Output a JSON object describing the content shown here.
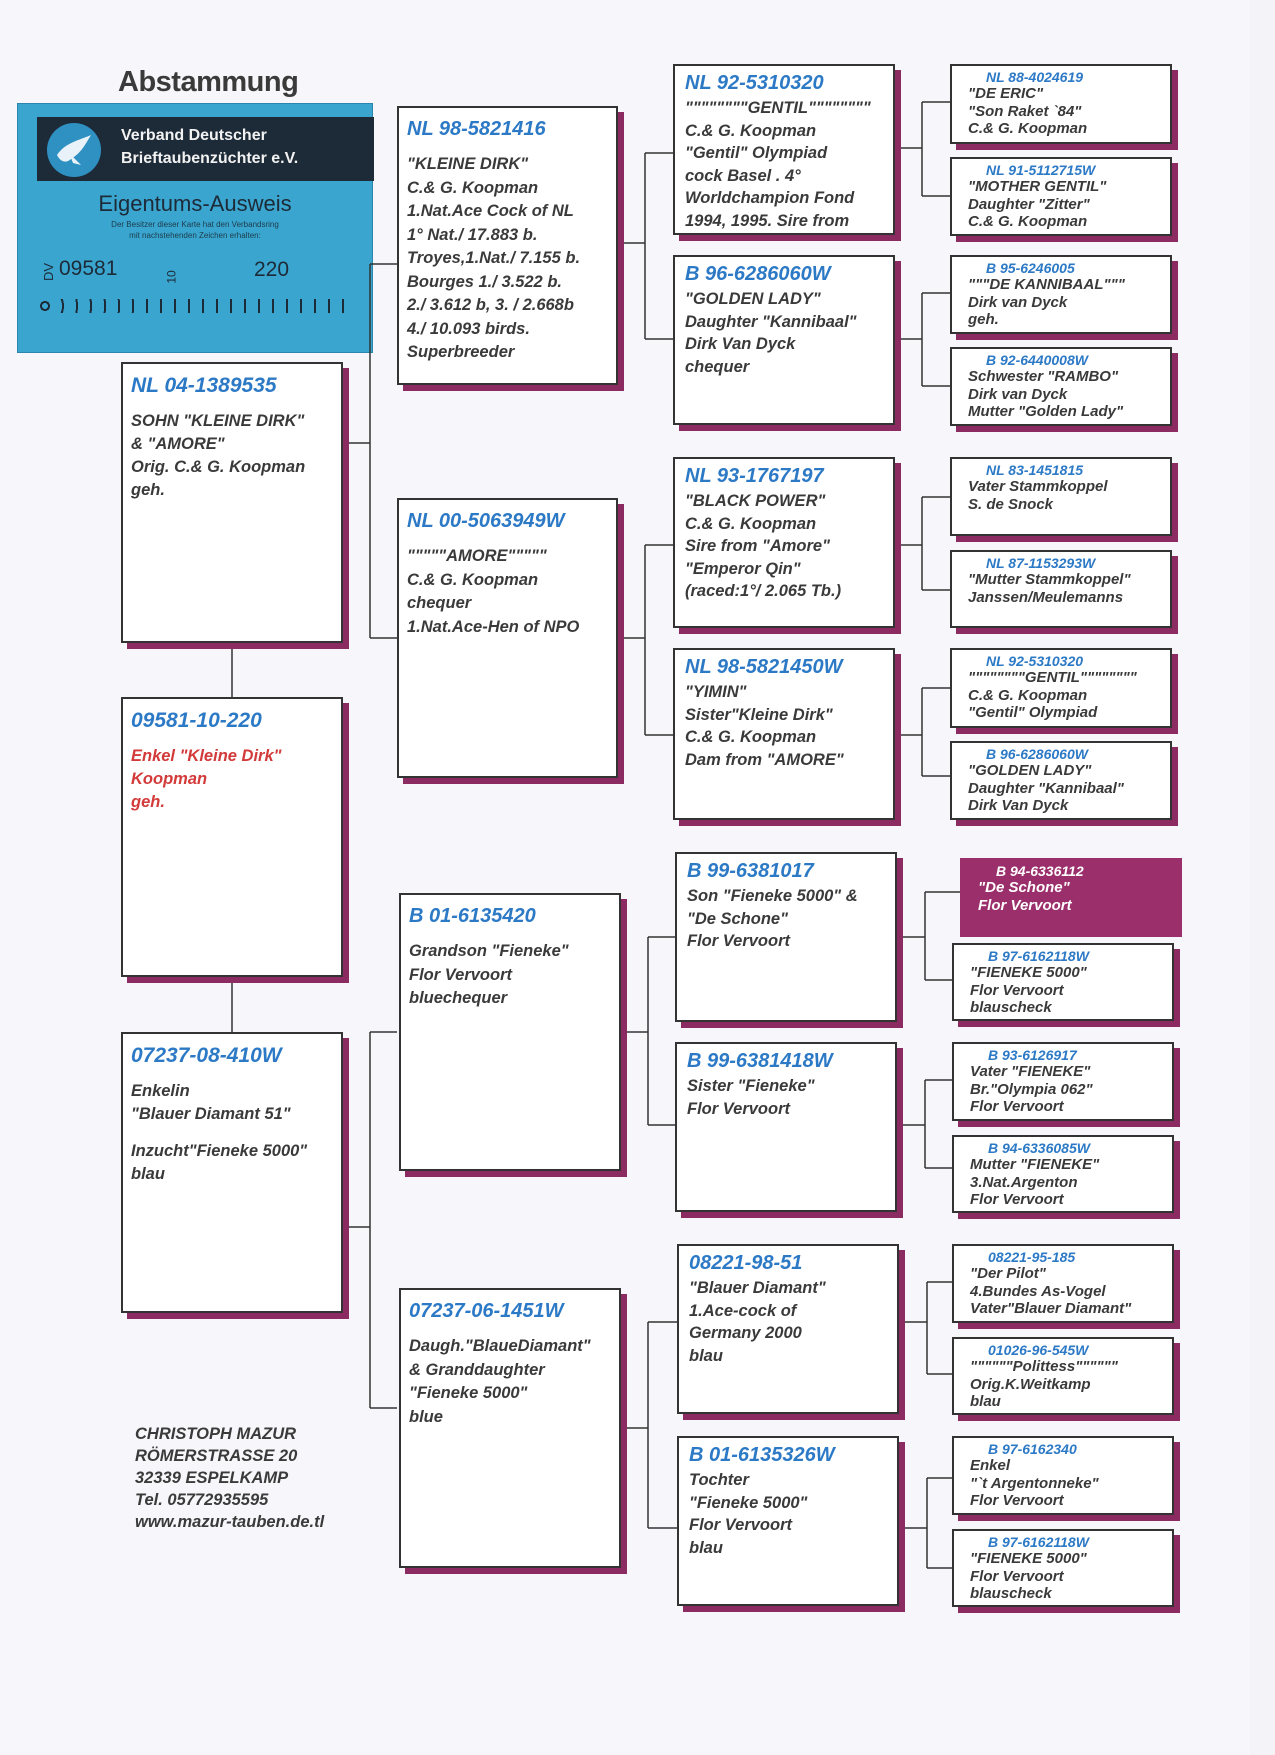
{
  "title": "Abstammung",
  "stamp": {
    "assoc_line1": "Verband Deutscher",
    "assoc_line2": "Brieftaubenzüchter e.V.",
    "owner_label": "Eigentums-Ausweis",
    "small_line1": "Der Besitzer dieser Karte hat den Verbandsring",
    "small_line2": "mit nachstehenden Zeichen erhalten:",
    "dv": "DV",
    "num1": "09581",
    "num2": "10",
    "num3": "220"
  },
  "cards": {
    "main": {
      "id": "09581-10-220",
      "lines": [
        "Enkel \"Kleine Dirk\"",
        "Koopman",
        "geh."
      ]
    },
    "sire": {
      "id": "NL 04-1389535",
      "lines": [
        "SOHN \"KLEINE DIRK\"",
        "& \"AMORE\"",
        "Orig. C.& G. Koopman",
        "geh."
      ]
    },
    "dam": {
      "id": "07237-08-410W",
      "lines": [
        "Enkelin",
        "\"Blauer Diamant 51\"",
        "",
        "Inzucht\"Fieneke 5000\"",
        "blau"
      ]
    },
    "ss": {
      "id": "NL 98-5821416",
      "lines": [
        "\"KLEINE DIRK\"",
        "C.& G. Koopman",
        "1.Nat.Ace Cock of NL",
        "1° Nat./ 17.883 b.",
        "Troyes,1.Nat./ 7.155 b.",
        "Bourges 1./ 3.522 b.",
        "2./ 3.612 b, 3. / 2.668b",
        "4./ 10.093 birds.",
        "Superbreeder"
      ]
    },
    "sd": {
      "id": "NL 00-5063949W",
      "lines": [
        "\"\"\"\"\"AMORE\"\"\"\"\"",
        "C.& G. Koopman",
        "chequer",
        "1.Nat.Ace-Hen of NPO"
      ]
    },
    "ds": {
      "id": "B 01-6135420",
      "lines": [
        "Grandson \"Fieneke\"",
        "Flor Vervoort",
        "bluechequer"
      ]
    },
    "dd": {
      "id": "07237-06-1451W",
      "lines": [
        "Daugh.\"BlaueDiamant\"",
        "& Granddaughter",
        "\"Fieneke 5000\"",
        "blue"
      ]
    },
    "sss": {
      "id": "NL 92-5310320",
      "lines": [
        "\"\"\"\"\"\"\"\"GENTIL\"\"\"\"\"\"\"\"",
        "C.& G. Koopman",
        "\"Gentil\" Olympiad",
        "cock  Basel . 4°",
        "Worldchampion Fond",
        "1994, 1995. Sire from"
      ]
    },
    "ssd": {
      "id": "B 96-6286060W",
      "lines": [
        "\"GOLDEN LADY\"",
        "Daughter \"Kannibaal\"",
        "Dirk Van Dyck",
        "chequer"
      ]
    },
    "sds": {
      "id": "NL 93-1767197",
      "lines": [
        "\"BLACK POWER\"",
        "C.& G. Koopman",
        "Sire from \"Amore\"",
        "\"Emperor Qin\"",
        "(raced:1°/ 2.065 Tb.)"
      ]
    },
    "sdd": {
      "id": "NL 98-5821450W",
      "lines": [
        "\"YIMIN\"",
        "Sister\"Kleine Dirk\"",
        "C.& G. Koopman",
        "Dam from \"AMORE\""
      ]
    },
    "dss": {
      "id": "B 99-6381017",
      "lines": [
        "Son \"Fieneke 5000\" &",
        "\"De Schone\"",
        "Flor Vervoort"
      ]
    },
    "dsd": {
      "id": "B 99-6381418W",
      "lines": [
        "Sister \"Fieneke\"",
        "Flor Vervoort"
      ]
    },
    "dds": {
      "id": "08221-98-51",
      "lines": [
        "\"Blauer Diamant\"",
        "1.Ace-cock of",
        "Germany 2000",
        "blau"
      ]
    },
    "ddd": {
      "id": "B 01-6135326W",
      "lines": [
        "Tochter",
        "\"Fieneke 5000\"",
        "Flor Vervoort",
        "blau"
      ]
    },
    "ssss": {
      "id": "NL 88-4024619",
      "lines": [
        "\"DE ERIC\"",
        "\"Son Raket `84\"",
        "C.& G. Koopman"
      ]
    },
    "sssd": {
      "id": "NL 91-5112715W",
      "lines": [
        "\"MOTHER GENTIL\"",
        "Daughter \"Zitter\"",
        "C.& G. Koopman"
      ]
    },
    "ssds": {
      "id": "B 95-6246005",
      "lines": [
        "\"\"\"DE KANNIBAAL\"\"\"",
        "Dirk van Dyck",
        "geh."
      ]
    },
    "ssdd": {
      "id": "B 92-6440008W",
      "lines": [
        "Schwester \"RAMBO\"",
        "Dirk van Dyck",
        "Mutter \"Golden Lady\""
      ]
    },
    "sdss": {
      "id": "NL 83-1451815",
      "lines": [
        "Vater Stammkoppel",
        "S. de Snock"
      ]
    },
    "sdsd": {
      "id": "NL 87-1153293W",
      "lines": [
        "\"Mutter Stammkoppel\"",
        "Janssen/Meulemanns"
      ]
    },
    "sdds": {
      "id": "NL 92-5310320",
      "lines": [
        "\"\"\"\"\"\"\"\"GENTIL\"\"\"\"\"\"\"\"",
        "C.& G. Koopman",
        "\"Gentil\" Olympiad"
      ]
    },
    "sddd": {
      "id": "B 96-6286060W",
      "lines": [
        "\"GOLDEN LADY\"",
        "Daughter \"Kannibaal\"",
        "Dirk Van Dyck"
      ]
    },
    "dsss": {
      "id": "B 94-6336112",
      "lines": [
        "\"De Schone\"",
        "Flor Vervoort"
      ]
    },
    "dssd": {
      "id": "B 97-6162118W",
      "lines": [
        "\"FIENEKE 5000\"",
        "Flor Vervoort",
        "blauscheck"
      ]
    },
    "dsds": {
      "id": "B 93-6126917",
      "lines": [
        "Vater \"FIENEKE\"",
        "Br.\"Olympia 062\"",
        "Flor Vervoort"
      ]
    },
    "dsdd": {
      "id": "B 94-6336085W",
      "lines": [
        "Mutter \"FIENEKE\"",
        "3.Nat.Argenton",
        "Flor Vervoort"
      ]
    },
    "ddss": {
      "id": "08221-95-185",
      "lines": [
        "\"Der Pilot\"",
        "4.Bundes As-Vogel",
        "Vater\"Blauer Diamant\""
      ]
    },
    "ddsd": {
      "id": "01026-96-545W",
      "lines": [
        "\"\"\"\"\"\"Polittess\"\"\"\"\"\"",
        "Orig.K.Weitkamp",
        "blau"
      ]
    },
    "ddds": {
      "id": "B 97-6162340",
      "lines": [
        "Enkel",
        "\"`t Argentonneke\"",
        "Flor Vervoort"
      ]
    },
    "dddd": {
      "id": "B 97-6162118W",
      "lines": [
        "\"FIENEKE 5000\"",
        "Flor Vervoort",
        "blauscheck"
      ]
    }
  },
  "contact": {
    "lines": [
      "CHRISTOPH MAZUR",
      "RÖMERSTRASSE 20",
      "32339 ESPELKAMP",
      "Tel. 05772935595",
      "www.mazur-tauben.de.tl"
    ]
  },
  "colors": {
    "id_blue": "#2c79c6",
    "shadow_magenta": "#8c2a62",
    "stamp_blue": "#3aa6cf",
    "red_text": "#d33a3a"
  }
}
